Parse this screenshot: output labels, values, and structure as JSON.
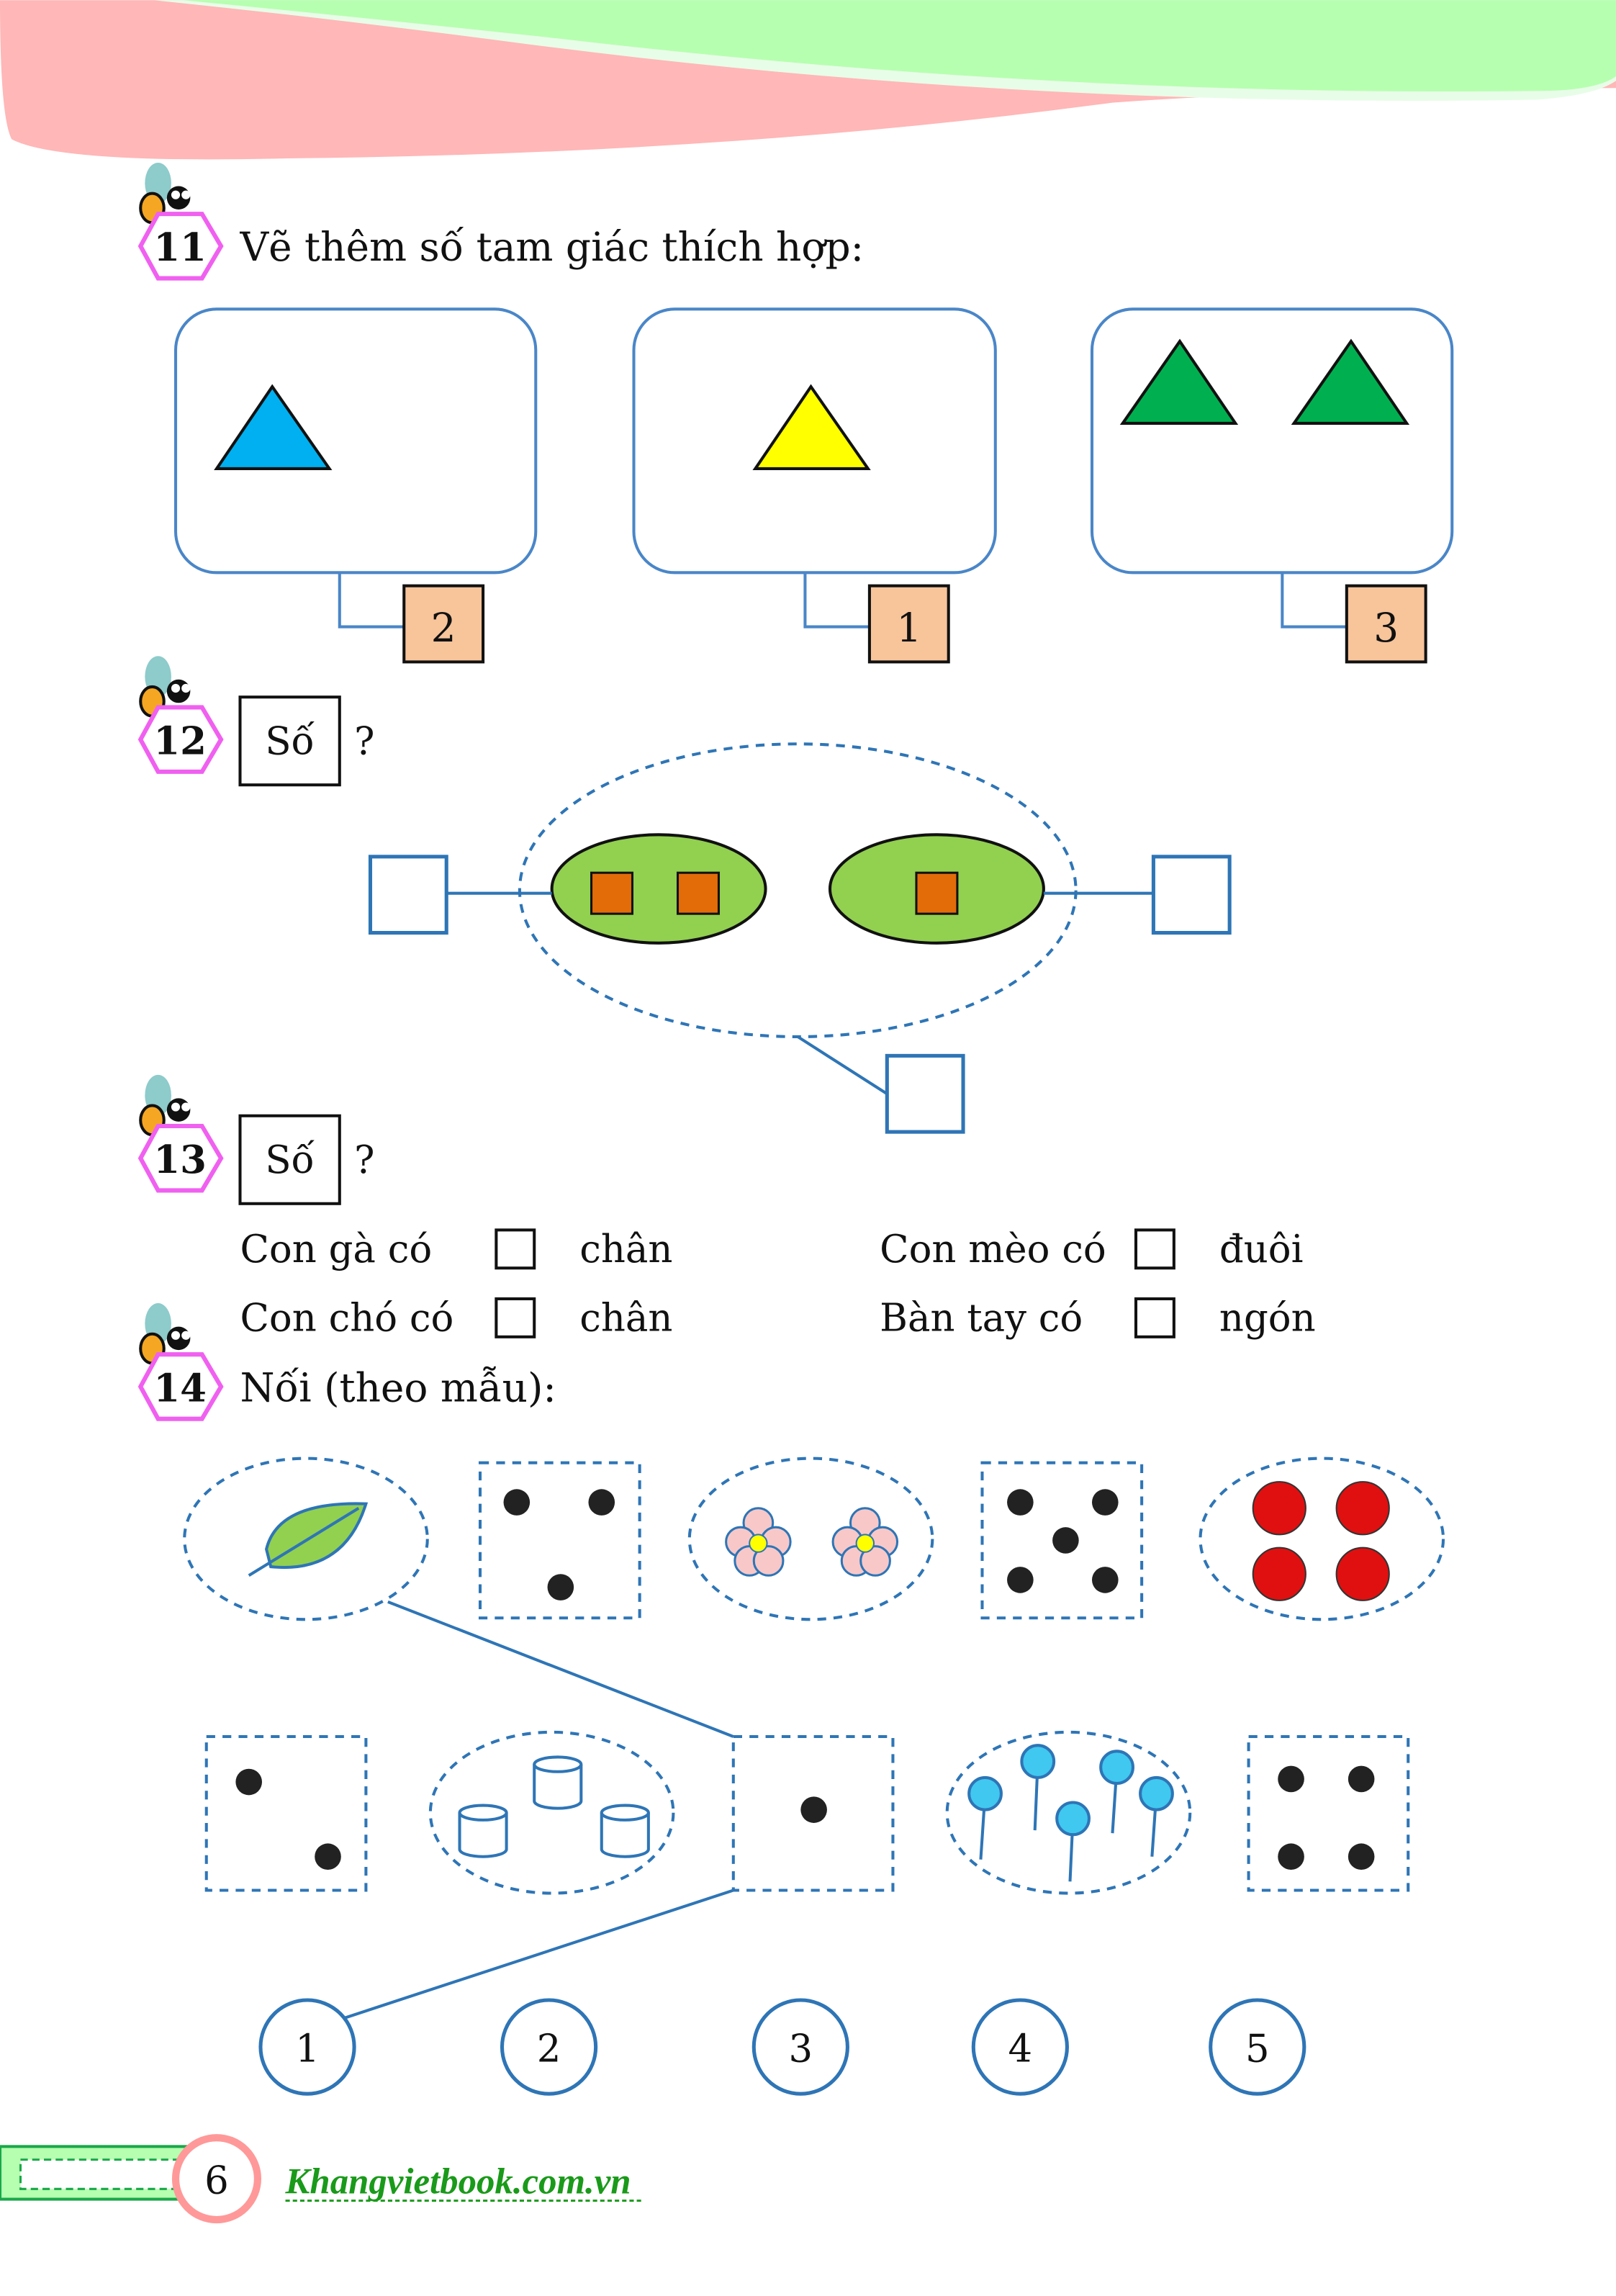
{
  "ex11": {
    "number": "11",
    "title": "Vẽ thêm số tam giác thích hợp:",
    "boxes": [
      {
        "count": "2",
        "color": "#00b0f0"
      },
      {
        "count": "1",
        "color": "#ffff00"
      },
      {
        "count": "3",
        "color": "#00b050"
      }
    ]
  },
  "ex12": {
    "number": "12",
    "so_label": "Số",
    "question": "?"
  },
  "ex13": {
    "number": "13",
    "so_label": "Số",
    "question": "?",
    "rows": [
      {
        "left_prefix": "Con gà có",
        "left_suffix": "chân",
        "right_prefix": "Con mèo có",
        "right_suffix": "đuôi"
      },
      {
        "left_prefix": "Con chó có",
        "left_suffix": "chân",
        "right_prefix": "Bàn tay có",
        "right_suffix": "ngón"
      }
    ]
  },
  "ex14": {
    "number": "14",
    "title": "Nối (theo mẫu):",
    "numbers": [
      "1",
      "2",
      "3",
      "4",
      "5"
    ]
  },
  "footer": {
    "page_number": "6",
    "website": "Khangvietbook.com.vn"
  },
  "colors": {
    "accent_blue": "#2e75b6",
    "badge_pink": "#f060f0",
    "number_box": "#f8c49a",
    "leaf_green": "#92d050",
    "orange": "#e36c09"
  }
}
